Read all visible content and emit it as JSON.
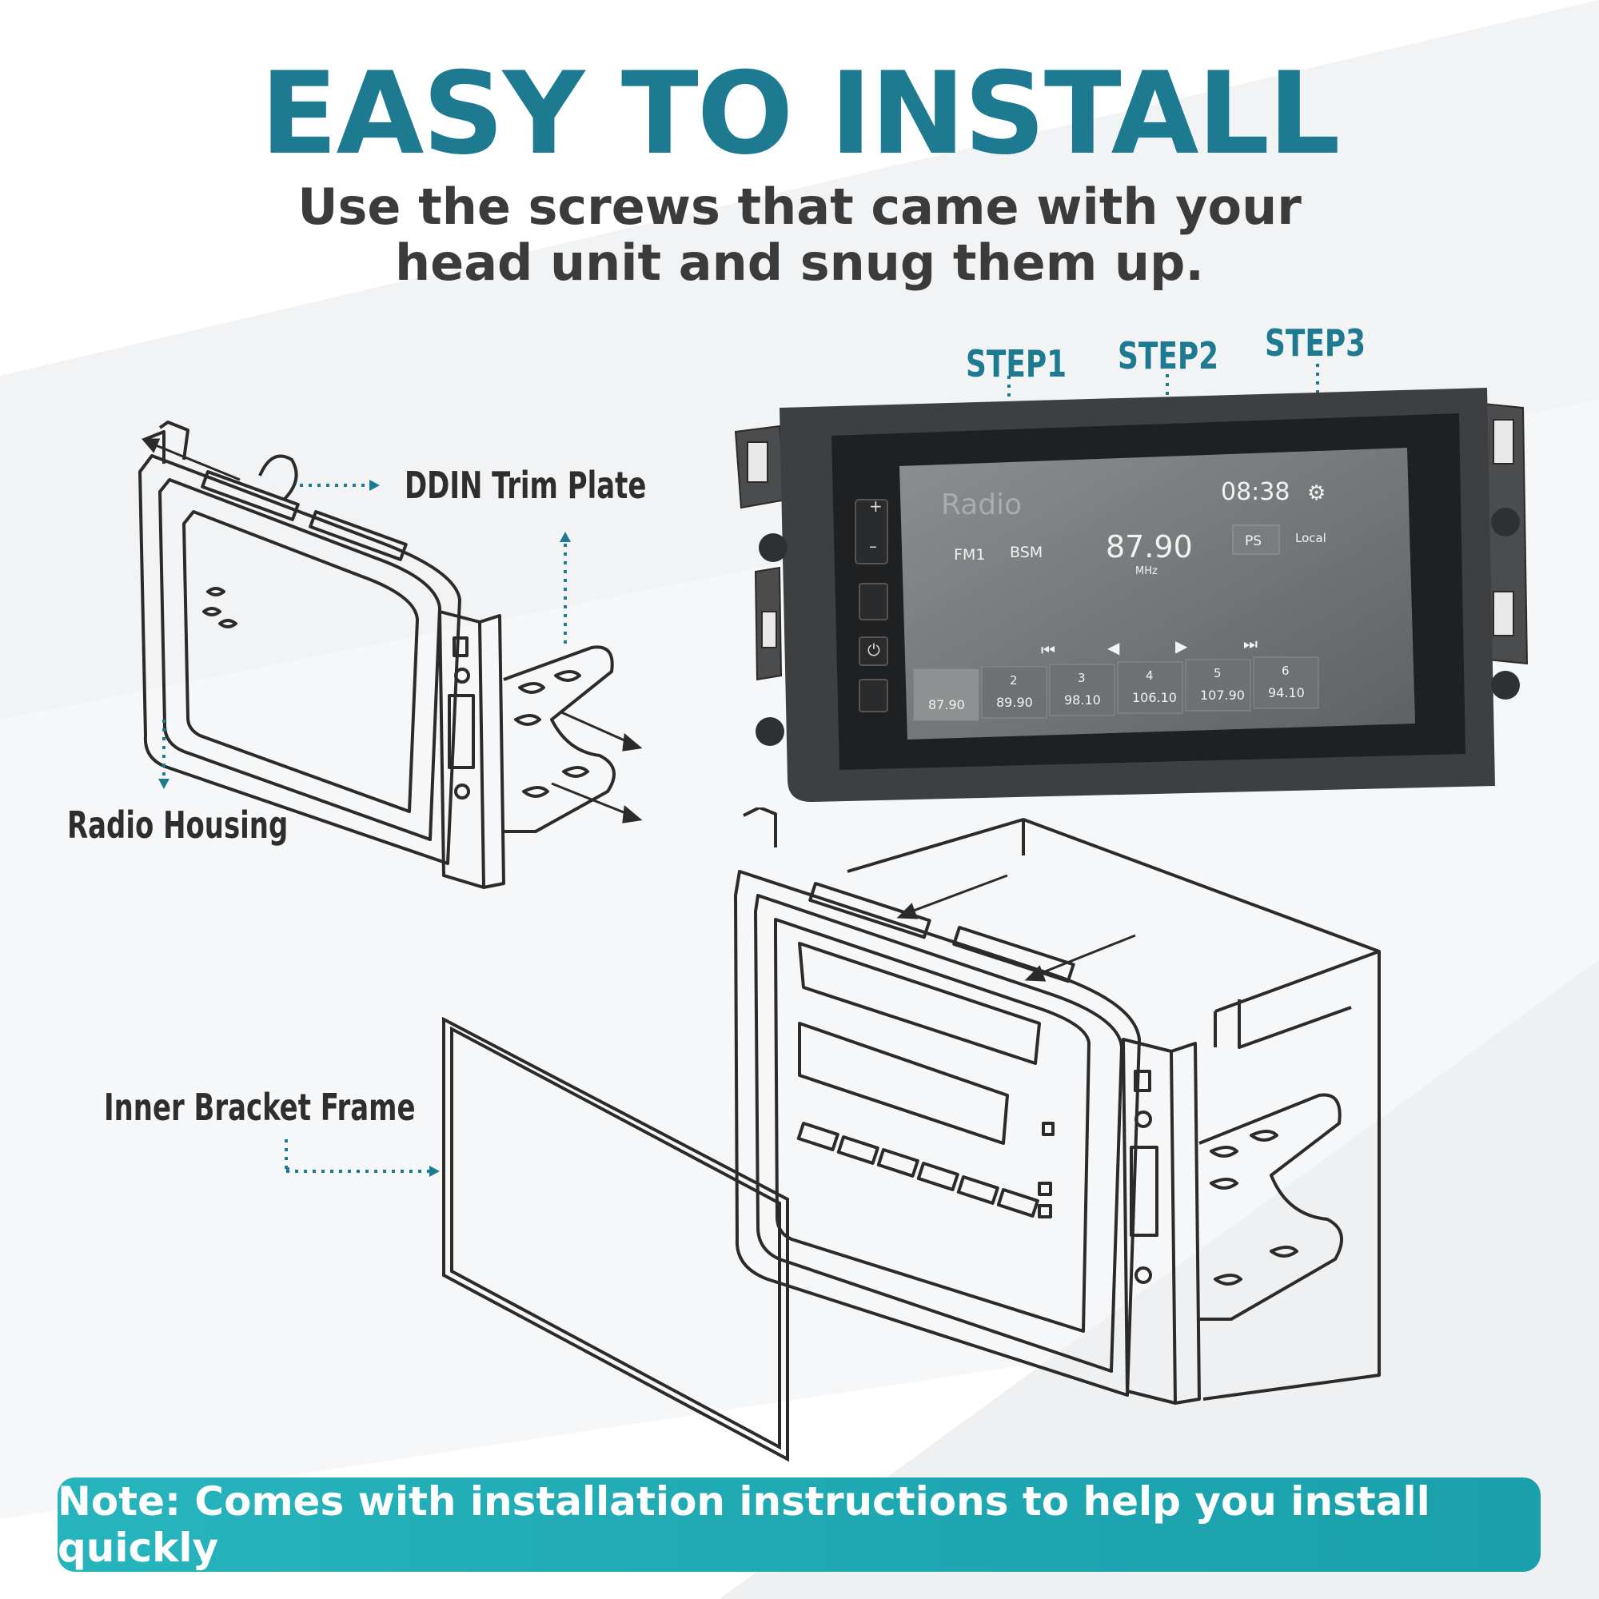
{
  "header": {
    "title": "EASY TO INSTALL",
    "subtitle_line1": "Use the screws that came with your",
    "subtitle_line2": "head unit and snug them up."
  },
  "labels": {
    "trim_plate": "DDIN Trim Plate",
    "radio_housing": "Radio Housing",
    "inner_bracket": "Inner Bracket Frame"
  },
  "steps": [
    "STEP1",
    "STEP2",
    "STEP3"
  ],
  "radio_screen": {
    "app_title": "Radio",
    "clock": "08:38",
    "band": "FM1",
    "bsm": "BSM",
    "frequency": "87.90",
    "unit": "MHz",
    "ps_button": "PS",
    "local_button": "Local",
    "presets": [
      {
        "num": "",
        "freq": "87.90"
      },
      {
        "num": "2",
        "freq": "89.90"
      },
      {
        "num": "3",
        "freq": "98.10"
      },
      {
        "num": "4",
        "freq": "106.10"
      },
      {
        "num": "5",
        "freq": "107.90"
      },
      {
        "num": "6",
        "freq": "94.10"
      }
    ]
  },
  "note": "Note: Comes with installation instructions to help you install quickly",
  "colors": {
    "accent": "#1d7a90",
    "note_bar": "#1fa9b3",
    "text_dark": "#3b3b3b"
  }
}
